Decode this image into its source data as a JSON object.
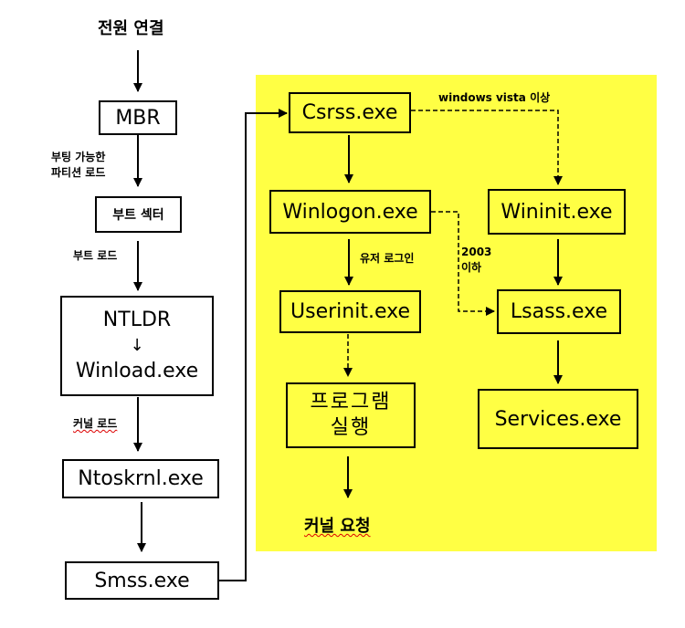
{
  "colors": {
    "highlight": "#ffff44",
    "stroke": "#000000",
    "spell_underline": "#dd0000"
  },
  "left_flow": {
    "start_title": "전원 연결",
    "mbr": "MBR",
    "label_boot_partition": [
      "부팅 가능한",
      "파티션 로드"
    ],
    "boot_sector": "부트 섹터",
    "label_boot_load": "부트 로드",
    "ntldr": "NTLDR",
    "ntldr_arrow": "↓",
    "winload": "Winload.exe",
    "label_kernel_load": "커널 로드",
    "ntoskrnl": "Ntoskrnl.exe",
    "smss": "Smss.exe"
  },
  "right_flow": {
    "csrss": "Csrss.exe",
    "label_vista": "windows vista 이상",
    "winlogon": "Winlogon.exe",
    "wininit": "Wininit.exe",
    "label_user_login": "유저 로그인",
    "label_2003": [
      "2003",
      "이하"
    ],
    "userinit": "Userinit.exe",
    "lsass": "Lsass.exe",
    "program_run": [
      "프로그램",
      "실행"
    ],
    "services": "Services.exe",
    "kernel_request": "커널 요청"
  }
}
